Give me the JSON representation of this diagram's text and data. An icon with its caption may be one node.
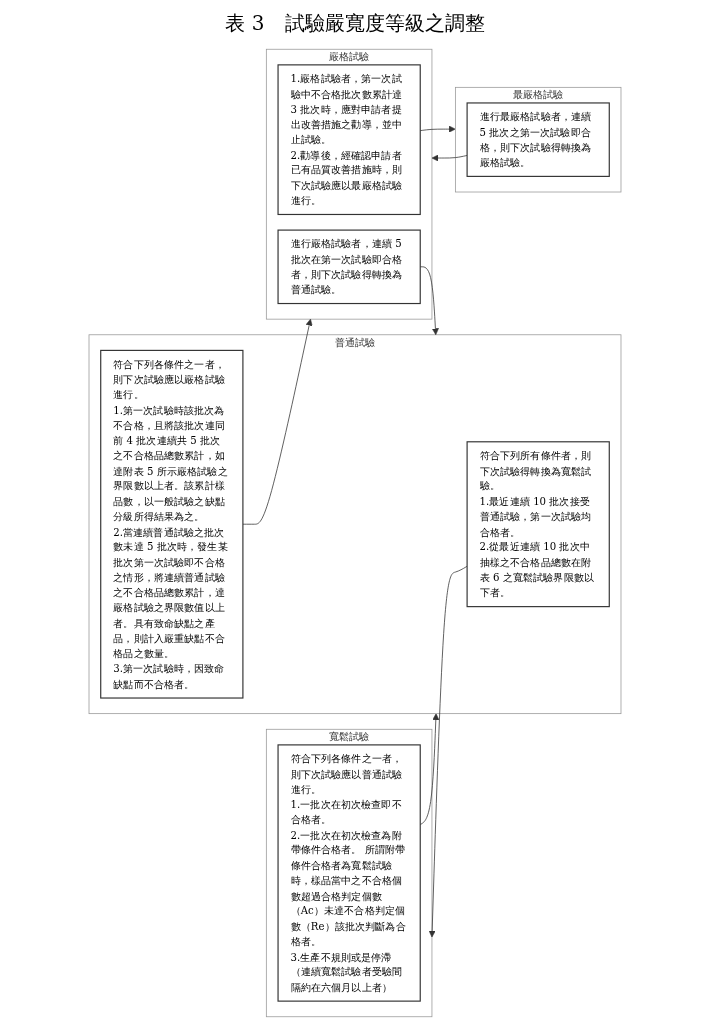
{
  "diagram": {
    "title": "表 3　試驗嚴寬度等級之調整",
    "nodes": [
      {
        "text": [
          "寬鬆試驗"
        ]
      },
      {
        "text": [
          "符合下列各條件之一者，則下次試驗應以普通試驗進行。",
          "1.一批次在初次檢查即不合格者。",
          "2.一批次在初次檢查為附帶條件合格者。 所謂附帶條件合格者為寬鬆試驗時，樣品當中之不合格個數超過合格判定個數（Ac）未達不合格判定個數（Re）該批次判斷為合格者。",
          "3.生產不規則或是停滯（連續寬鬆試驗者受驗間隔約在六個月以上者）"
        ],
        "in": 0
      },
      {
        "text": [
          "普通試驗"
        ]
      },
      {
        "text": [
          "符合下列所有條件者，則下次試驗得轉換為寬鬆試驗。",
          "1.最近連續 10 批次接受普通試驗，第一次試驗均合格者。",
          "2.從最近連續 10 批次中抽樣之不合格品總數在附表 6 之寬鬆試驗界限數以下者。"
        ],
        "in": 2
      },
      {
        "text": [
          "符合下列各條件之一者，則下次試驗應以嚴格試驗進行。",
          "1.第一次試驗時該批次為不合格，且將該批次連同前 4 批次連續共 5 批次之不合格品總數累計，如達附表 5 所示嚴格試驗之界限數以上者。該累計樣品數，以一般試驗之缺點分級所得結果為之。",
          "2.當連續普通試驗之批次數未達 5 批次時，發生某批次第一次試驗即不合格之情形，將連續普通試驗之不合格品總數累計，達嚴格試驗之界限數值以上者。具有致命缺點之產品，則計入嚴重缺點不合格品之數量。",
          "3.第一次試驗時，因致命缺點而不合格者。"
        ],
        "in": 2
      },
      {
        "text": [
          "嚴格試驗"
        ]
      },
      {
        "text": [
          "1.嚴格試驗者，第一次試驗中不合格批次數累計達 3 批次時，應對申請者提出改善措施之勸導，並中止試驗。",
          "2.勸導後，經確認申請者已有品質改善措施時，則下次試驗應以最嚴格試驗進行。"
        ],
        "in": 5
      },
      {
        "text": [
          "進行嚴格試驗者，連續 5 批次在第一次試驗即合格者，則下次試驗得轉換為普通試驗。"
        ],
        "in": 5
      },
      {
        "text": [
          "最嚴格試驗"
        ]
      },
      {
        "text": [
          "進行最嚴格試驗者，連續 5 批次之第一次試驗即合格，則下次試驗得轉換為嚴格試驗。"
        ],
        "in": 8
      }
    ],
    "edges": [
      {
        "from": 1,
        "to": 2,
        "arrow": "to"
      },
      {
        "from": 3,
        "to": 0,
        "arrow": "to"
      },
      {
        "from": 4,
        "to": 5,
        "arrow": "to"
      },
      {
        "from": 6,
        "to": 8,
        "arrow": "to"
      },
      {
        "from": 7,
        "to": 2,
        "arrow": "to"
      },
      {
        "from": 9,
        "to": 5,
        "arrow": "to"
      }
    ]
  }
}
